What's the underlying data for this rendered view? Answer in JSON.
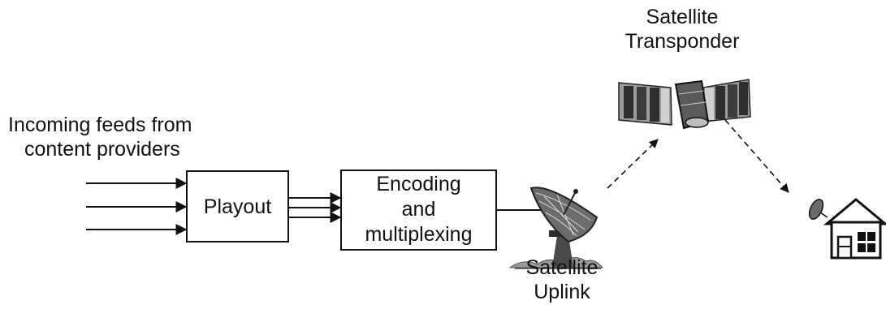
{
  "incoming_label": {
    "line1": "Incoming feeds from",
    "line2": "content providers"
  },
  "playout": {
    "label": "Playout"
  },
  "encoding": {
    "line1": "Encoding",
    "line2": "and",
    "line3": "multiplexing"
  },
  "uplink_label": {
    "line1": "Satellite",
    "line2": "Uplink"
  },
  "transponder_label": {
    "line1": "Satellite",
    "line2": "Transponder"
  },
  "icons": {
    "uplink": "satellite-dish-icon",
    "transponder": "satellite-icon",
    "receiver": "house-with-dish-icon"
  },
  "colors": {
    "line": "#111111",
    "background": "#ffffff",
    "panel_dark": "#3a3a3a",
    "panel_light": "#bdbdbd"
  }
}
